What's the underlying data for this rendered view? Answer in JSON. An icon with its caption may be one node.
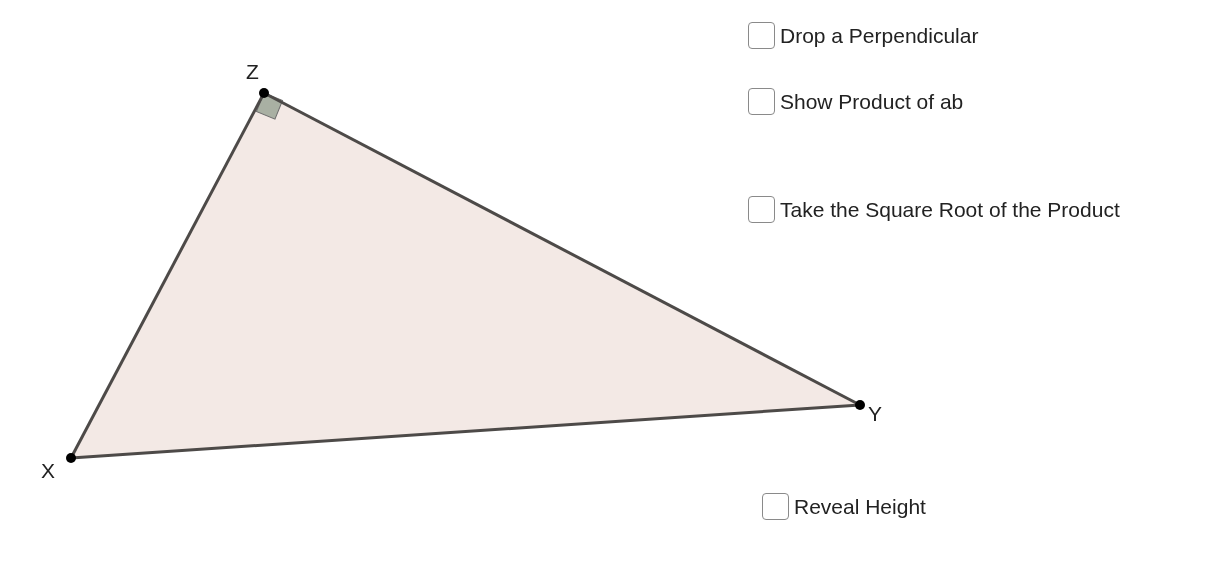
{
  "diagram": {
    "nodes": [
      {
        "text": [
          "Z"
        ]
      },
      {
        "text": [
          "X"
        ]
      },
      {
        "text": [
          "Y"
        ]
      }
    ],
    "edges": [
      {
        "from": 1,
        "to": 2,
        "arrow": "none"
      },
      {
        "from": 2,
        "to": 0,
        "arrow": "none"
      },
      {
        "from": 0,
        "to": 1,
        "arrow": "none"
      }
    ],
    "labels": [
      "Drop a Perpendicular",
      "Show Product of ab",
      "Take the Square Root of the Product",
      "Reveal Height"
    ]
  }
}
